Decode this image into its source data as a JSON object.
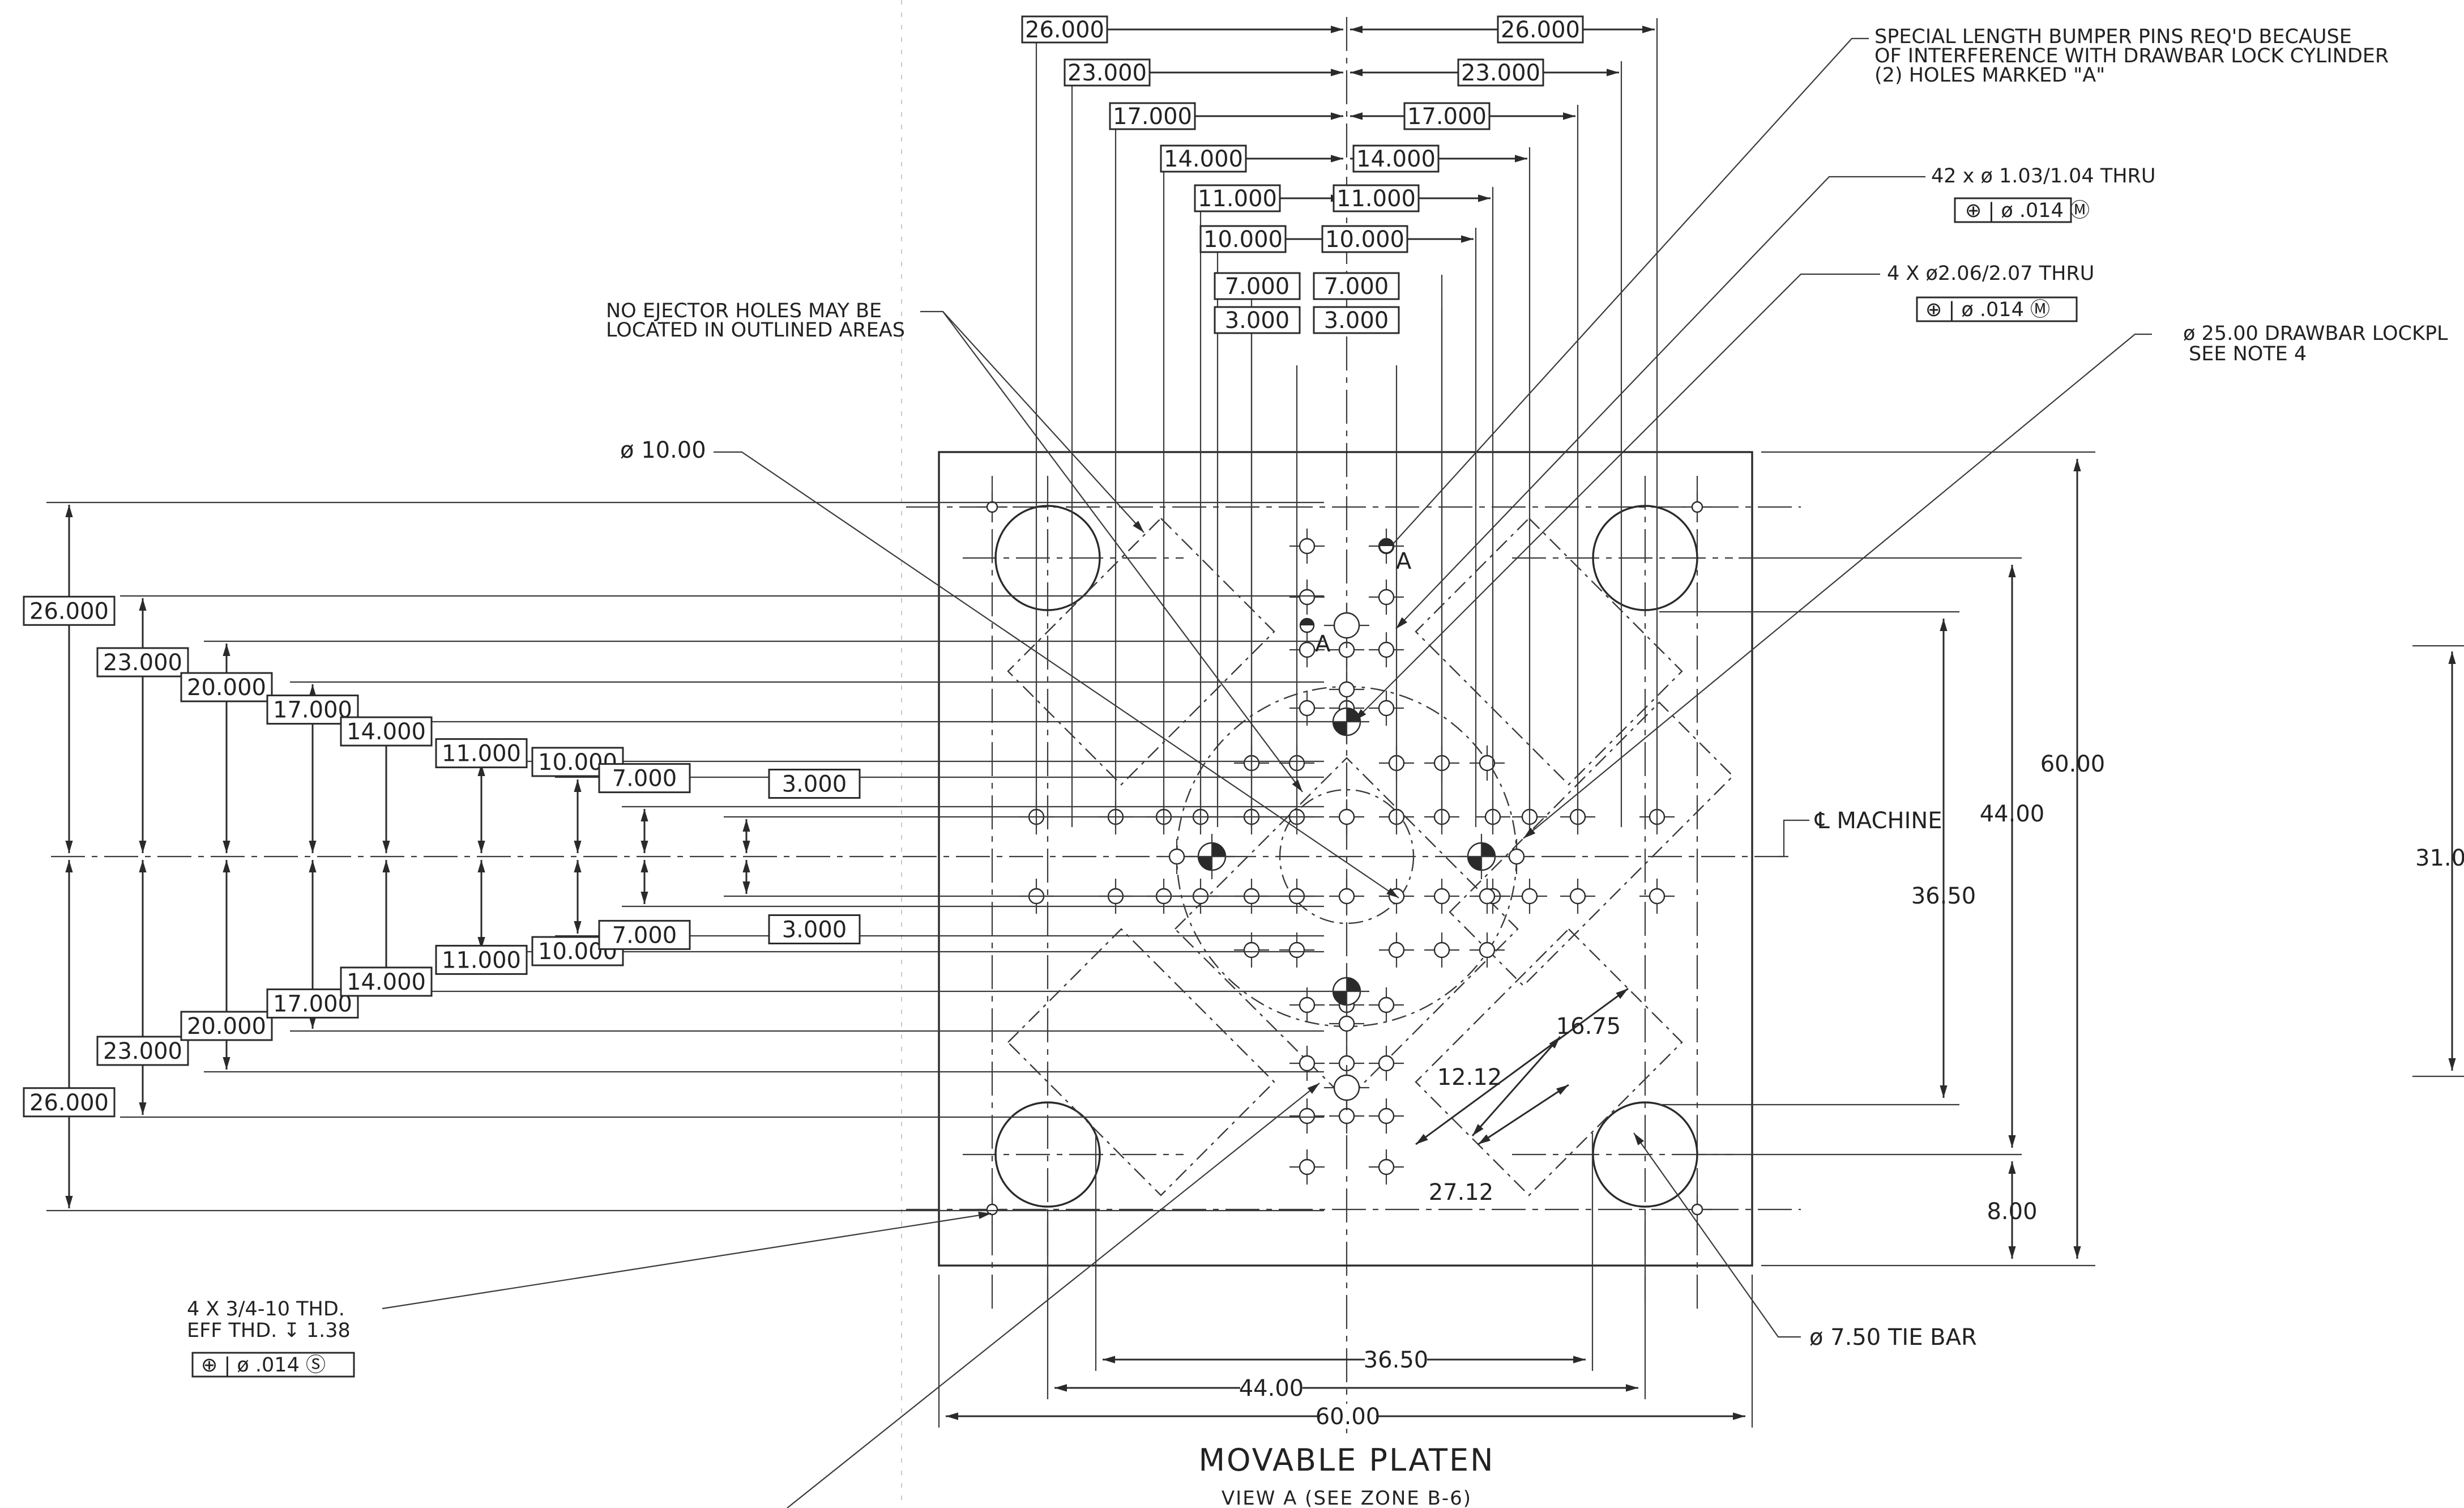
{
  "title": "MOVABLE PLATEN",
  "subtitle": "VIEW  A  (SEE ZONE B-6)",
  "notes": {
    "bumper_pins": [
      "SPECIAL LENGTH BUMPER PINS REQ'D BECAUSE",
      "OF INTERFERENCE WITH DRAWBAR LOCK CYLINDER",
      "(2) HOLES MARKED \"A\""
    ],
    "holes_42": "42 x ø 1.03/1.04 THRU",
    "holes_42_fcf": "⊕ | ø .014 Ⓜ",
    "holes_4": "4 X ø2.06/2.07 THRU",
    "holes_4_fcf": "⊕ | ø .014 Ⓜ",
    "drawbar": [
      "ø 25.00 DRAWBAR LOCKPL",
      "SEE NOTE 4"
    ],
    "ejector": [
      "NO EJECTOR HOLES MAY BE",
      "LOCATED IN OUTLINED AREAS"
    ],
    "dia_10": "ø 10.00",
    "machine_cl": "℄ MACHINE",
    "thread": [
      "4 X 3/4-10 THD.",
      "EFF THD. ↧ 1.38"
    ],
    "thread_fcf": "⊕ | ø .014 Ⓢ",
    "tie_bar": "ø 7.50 TIE BAR",
    "hole_mark_a": "A"
  },
  "top_dims_left": [
    "26.000",
    "23.000",
    "17.000",
    "14.000",
    "11.000",
    "10.000",
    "7.000",
    "3.000"
  ],
  "top_dims_right": [
    "26.000",
    "23.000",
    "17.000",
    "14.000",
    "11.000",
    "10.000",
    "7.000",
    "3.000"
  ],
  "left_dims_upper": [
    "26.000",
    "23.000",
    "20.000",
    "17.000",
    "14.000",
    "11.000",
    "10.000",
    "7.000",
    "3.000"
  ],
  "left_dims_lower": [
    "26.000",
    "23.000",
    "20.000",
    "17.000",
    "14.000",
    "11.000",
    "10.000",
    "7.000",
    "3.000"
  ],
  "overall_dims": {
    "height": "60.00",
    "tie_bar_v": "44.00",
    "inner_v": "36.50",
    "bottom_offset": "8.00",
    "width": "60.00",
    "tie_bar_h": "44.00",
    "inner_h": "36.50",
    "diag_a": "16.75",
    "diag_b": "12.12",
    "diag_c": "27.12",
    "cut_edge": "31.0"
  }
}
